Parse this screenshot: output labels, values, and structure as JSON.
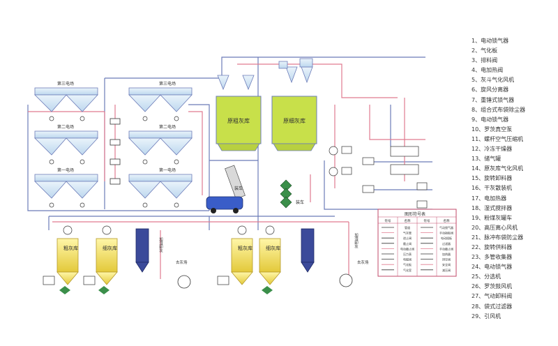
{
  "silo_labels": {
    "raw_ash": "原粗灰库",
    "fine_ash": "原细灰库",
    "coarse": "粗灰库",
    "fine": "细灰库"
  },
  "field_labels": {
    "third": "第三电场",
    "second": "第二电场",
    "first": "第一电场"
  },
  "small_labels": {
    "truck": "装车",
    "to_ash_yard": "去灰场",
    "humidified_discharge": "加湿卸灰",
    "to_3rd": "第三电场",
    "to_1st": "第一电场",
    "to_silo": "至灰库"
  },
  "legend_table": {
    "title": "图形符号表",
    "headers": [
      "符号",
      "名称",
      "符号",
      "名称"
    ],
    "rows": [
      [
        "",
        "管道",
        "",
        "气动锁气器"
      ],
      [
        "",
        "气灰管",
        "",
        "手动插板阀"
      ],
      [
        "",
        "逆止阀",
        "",
        "电动插板"
      ],
      [
        "",
        "截止阀",
        "",
        "过滤器"
      ],
      [
        "",
        "电动截止阀",
        "",
        "手动截止阀"
      ],
      [
        "",
        "压力表",
        "",
        "加热器"
      ],
      [
        "",
        "电磁阀",
        "",
        "排空阀"
      ],
      [
        "",
        "气化板",
        "",
        "安全阀"
      ],
      [
        "",
        "气化室",
        "",
        "减压阀"
      ]
    ]
  },
  "legend_items": [
    "1、电动锁气器",
    "2、气化板",
    "3、排料阀",
    "4、电加热阀",
    "5、灰斗气化风机",
    "6、旋风分离器",
    "7、重锤式锁气器",
    "8、组合式布袋除尘器",
    "9、电动锁气器",
    "10、罗茨真空泵",
    "11、螺杆空气压缩机",
    "12、冷冻干燥器",
    "13、储气罐",
    "14、原灰库气化风机",
    "15、旋转卸料器",
    "16、干灰散装机",
    "17、电加热器",
    "18、湿式搅拌器",
    "19、粉煤灰罐车",
    "20、高压离心风机",
    "21、脉冲布袋防尘器",
    "22、旋转供料器",
    "23、多管收集器",
    "24、电动锁气器",
    "25、分选机",
    "26、罗茨鼓风机",
    "27、气动卸料阀",
    "28、袋式过滤器",
    "29、引风机"
  ],
  "colors": {
    "pipe_blue": "#6b7bb8",
    "pipe_pink": "#e07a8f",
    "silo_green": "#c8e04a",
    "silo_yellow": "#efe25a",
    "hopper_blue": "#cfe3f2",
    "collector_navy": "#3b4a9a",
    "truck_blue": "#3a5dc8",
    "legend_frame": "#c24a6a"
  }
}
